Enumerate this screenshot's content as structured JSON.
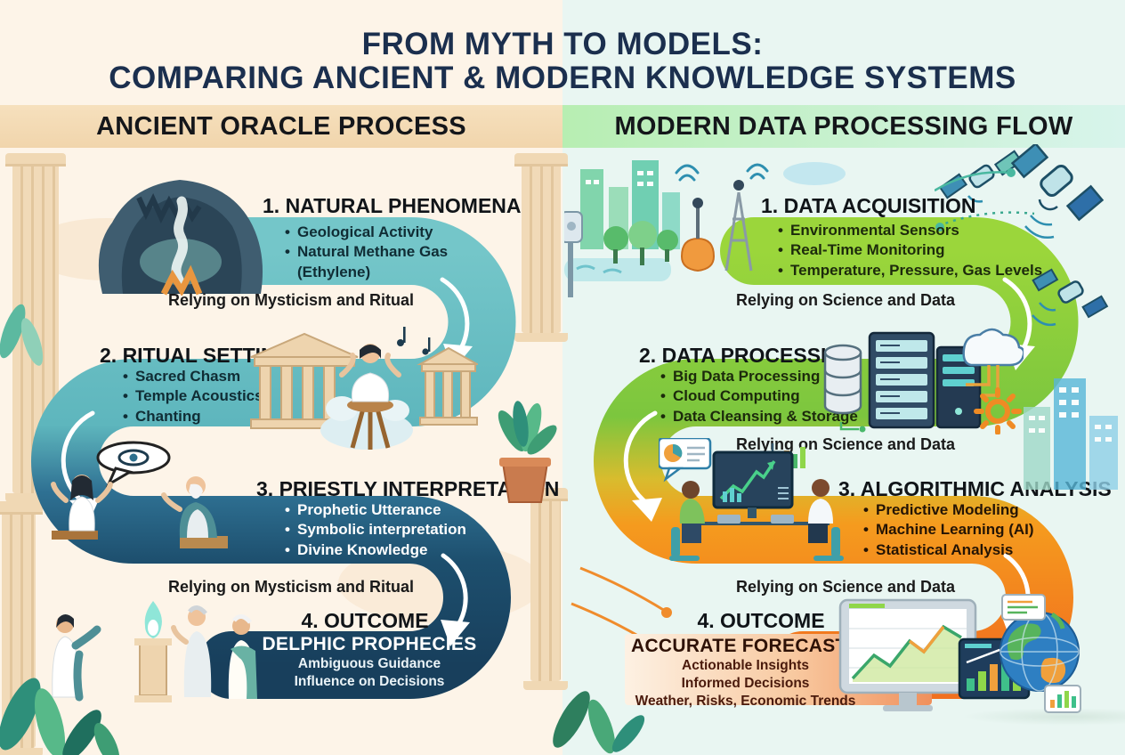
{
  "title": {
    "line1": "FROM MYTH TO MODELS:",
    "line2": "COMPARING ANCIENT & MODERN KNOWLEDGE SYSTEMS"
  },
  "columns": {
    "ancient": {
      "header": "ANCIENT ORACLE PROCESS",
      "steps": [
        {
          "heading": "1. NATURAL PHENOMENA",
          "bullets": [
            "Geological Activity",
            "Natural Methane Gas (Ethylene)"
          ]
        },
        {
          "heading": "2. RITUAL SETTING",
          "bullets": [
            "Sacred Chasm",
            "Temple Acoustics",
            "Chanting"
          ]
        },
        {
          "heading": "3. PRIESTLY INTERPRETATION",
          "bullets": [
            "Prophetic Utterance",
            "Symbolic interpretation",
            "Divine Knowledge"
          ]
        },
        {
          "heading": "4. OUTCOME",
          "result_title": "DELPHIC PROPHECIES",
          "result_lines": [
            "Ambiguous Guidance",
            "Influence on Decisions"
          ]
        }
      ],
      "captions": [
        "Relying on Mysticism and Ritual",
        "Relying on Mysticism and Ritual"
      ]
    },
    "modern": {
      "header": "MODERN DATA PROCESSING FLOW",
      "steps": [
        {
          "heading": "1. DATA ACQUISITION",
          "bullets": [
            "Environmental Sensors",
            "Real-Time Monitoring",
            "Temperature, Pressure, Gas Levels"
          ]
        },
        {
          "heading": "2. DATA PROCESSING",
          "bullets": [
            "Big Data Processing",
            "Cloud Computing",
            "Data Cleansing & Storage"
          ]
        },
        {
          "heading": "3. ALGORITHMIC ANALYSIS",
          "bullets": [
            "Predictive Modeling",
            "Machine Learning (AI)",
            "Statistical Analysis"
          ]
        },
        {
          "heading": "4. OUTCOME",
          "result_title": "ACCURATE FORECASTS",
          "result_lines": [
            "Actionable Insights",
            "Informed Decisions",
            "Weather, Risks, Economic Trends"
          ]
        }
      ],
      "captions": [
        "Relying on Science and Data",
        "Relying on Science and Data",
        "Relying on Science and Data"
      ]
    }
  },
  "illustrations": {
    "ancient": [
      "cave-vapors",
      "temple-oracle-tripod",
      "priestess-priest-dialogue",
      "crowd-sacred-flame",
      "greek-columns",
      "laurel-leaves",
      "potted-plant"
    ],
    "modern": [
      "city-environmental-sensors",
      "satellites",
      "servers-cloud-database",
      "analysts-workstations",
      "forecast-monitor-globe",
      "city-skyline"
    ]
  },
  "colors": {
    "accent_teal": "#63b9bf",
    "accent_navy": "#1c4a68",
    "accent_green": "#8dc73f",
    "accent_orange": "#f7941d",
    "ancient_bg": "#fdf4e8",
    "modern_bg": "#e9f6f2",
    "ancient_header_bg": "#f2d8b4",
    "modern_header_bg": "#c9f0cb",
    "title_color": "#1b2f4e"
  }
}
